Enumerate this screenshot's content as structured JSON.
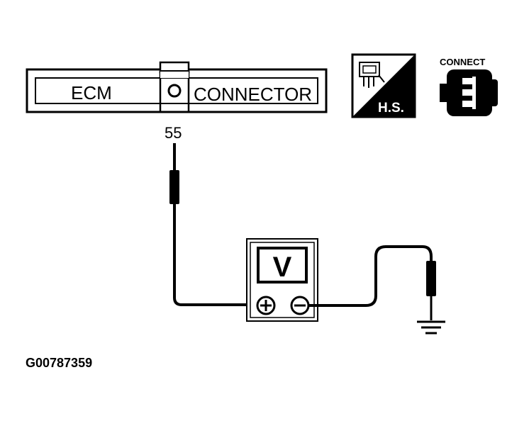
{
  "connector": {
    "left_label": "ECM",
    "right_label": "CONNECTOR",
    "pin_number": "55"
  },
  "icons": {
    "harness_side": {
      "label": "H.S.",
      "icon": "harness-connector-icon"
    },
    "connect": {
      "label": "CONNECT",
      "icon": "plug-connector-icon"
    }
  },
  "meter": {
    "display": "V",
    "positive_terminal": "positive-terminal-icon",
    "negative_terminal": "negative-terminal-icon"
  },
  "ground": {
    "icon": "ground-icon"
  },
  "figure_code": "G00787359",
  "colors": {
    "ink": "#000000",
    "paper": "#ffffff"
  }
}
